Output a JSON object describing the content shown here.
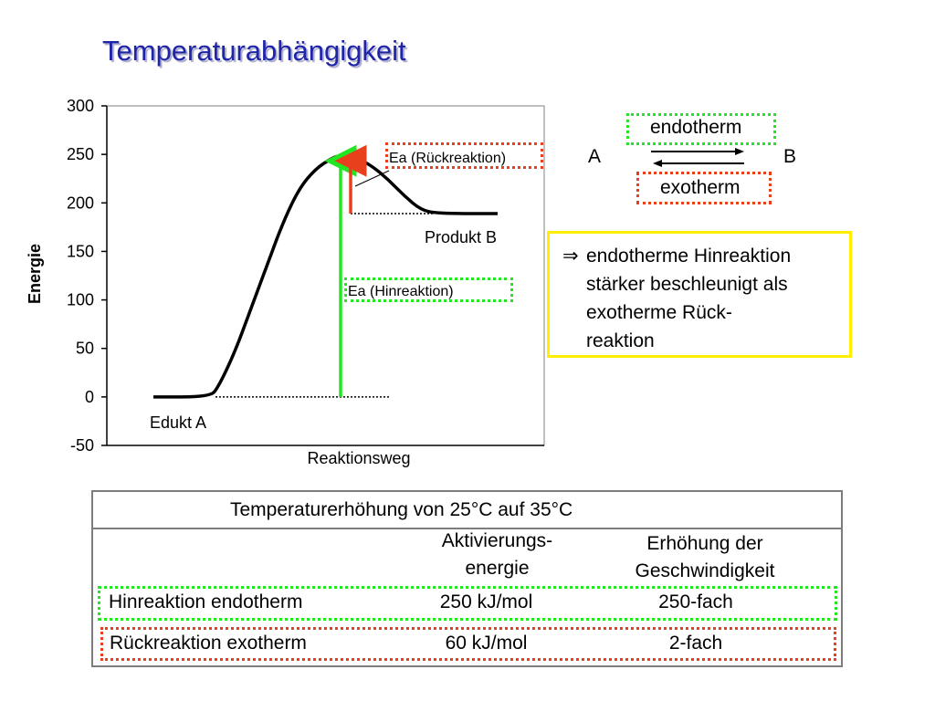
{
  "page": {
    "title": "Temperaturabhängigkeit"
  },
  "chart_data": {
    "type": "line",
    "ylabel": "Energie",
    "xlabel": "Reaktionsweg",
    "ylim": [
      -50,
      300
    ],
    "yticks": [
      -50,
      0,
      50,
      100,
      150,
      200,
      250,
      300
    ],
    "series": [
      {
        "points": [
          {
            "x": 0.0,
            "y": 0
          },
          {
            "x": 0.14,
            "y": 0
          },
          {
            "x": 0.16,
            "y": 10
          },
          {
            "x": 0.2,
            "y": 45
          },
          {
            "x": 0.24,
            "y": 90
          },
          {
            "x": 0.28,
            "y": 135
          },
          {
            "x": 0.32,
            "y": 180
          },
          {
            "x": 0.36,
            "y": 215
          },
          {
            "x": 0.4,
            "y": 235
          },
          {
            "x": 0.44,
            "y": 246
          },
          {
            "x": 0.46,
            "y": 249
          },
          {
            "x": 0.5,
            "y": 247
          },
          {
            "x": 0.54,
            "y": 238
          },
          {
            "x": 0.58,
            "y": 224
          },
          {
            "x": 0.62,
            "y": 207
          },
          {
            "x": 0.66,
            "y": 193
          },
          {
            "x": 0.7,
            "y": 189
          },
          {
            "x": 0.85,
            "y": 189
          }
        ]
      }
    ],
    "levels": {
      "edukt": 0,
      "produkt": 189,
      "peak": 249
    },
    "annotations": [
      {
        "text": "Edukt A"
      },
      {
        "text": "Produkt B"
      },
      {
        "text": "Ea (Rückreaktion)"
      },
      {
        "text": "Ea (Hinreaktion)"
      }
    ],
    "colors": {
      "hin": "#22e622",
      "rueck": "#e8401c"
    }
  },
  "equilibrium": {
    "left": "A",
    "right": "B",
    "forward_label": "endotherm",
    "backward_label": "exotherm"
  },
  "note": {
    "symbol": "⇒",
    "lines": [
      "endotherme Hinreaktion",
      "stärker beschleunigt als",
      "exotherme  Rück-",
      "reaktion"
    ]
  },
  "table": {
    "header": "Temperaturerhöhung von 25°C auf 35°C",
    "col1_line1": "Aktivierungs-",
    "col1_line2": "energie",
    "col2_line1": "Erhöhung der",
    "col2_line2": "Geschwindigkeit",
    "rows": [
      {
        "label": "Hinreaktion endotherm",
        "energy": "250 kJ/mol",
        "factor": "250-fach"
      },
      {
        "label": "Rückreaktion exotherm",
        "energy": "60 kJ/mol",
        "factor": "2-fach"
      }
    ]
  }
}
